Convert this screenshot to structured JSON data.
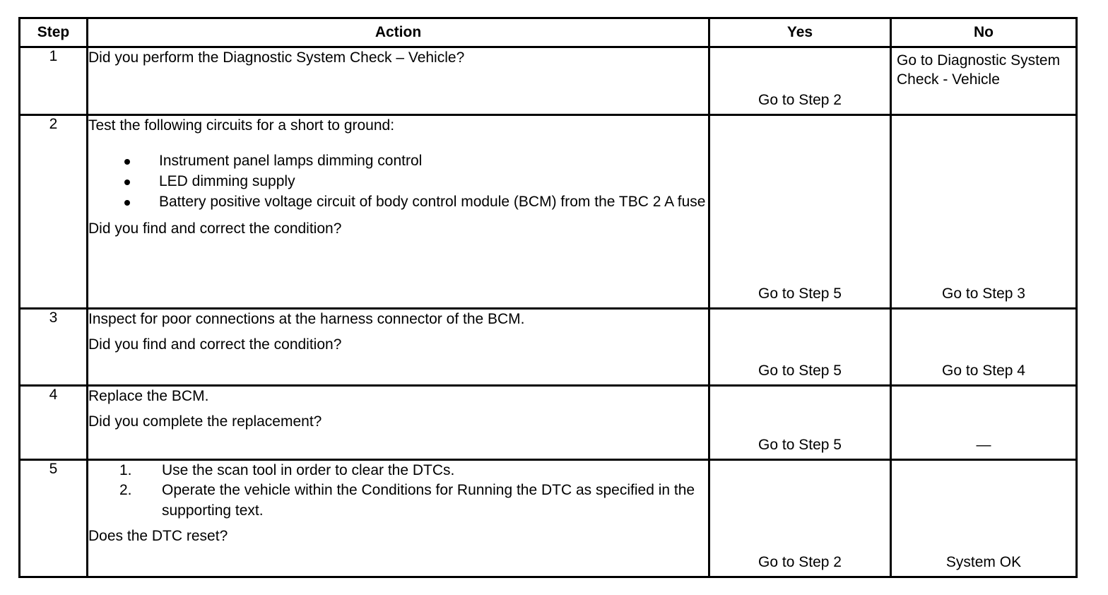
{
  "table": {
    "headers": {
      "step": "Step",
      "action": "Action",
      "yes": "Yes",
      "no": "No"
    },
    "rows": [
      {
        "step": "1",
        "action_lead": "Did you perform the Diagnostic System Check – Vehicle?",
        "action_tail": "",
        "yes": "Go to Step 2",
        "no": "Go to Diagnostic System Check - Vehicle"
      },
      {
        "step": "2",
        "action_lead": "Test the following circuits for a short to ground:",
        "bullets": [
          "Instrument panel lamps dimming control",
          "LED dimming supply",
          "Battery positive voltage circuit of body control module (BCM) from the TBC 2 A fuse"
        ],
        "action_tail": "Did you find and correct the condition?",
        "yes": "Go to Step 5",
        "no": "Go to Step 3"
      },
      {
        "step": "3",
        "action_lead": "Inspect for poor connections at the harness connector of the BCM.",
        "action_tail": "Did you find and correct the condition?",
        "yes": "Go to Step 5",
        "no": "Go to Step 4"
      },
      {
        "step": "4",
        "action_lead": "Replace the BCM.",
        "action_tail": "Did you complete the replacement?",
        "yes": "Go to Step 5",
        "no": "—"
      },
      {
        "step": "5",
        "action_lead": "",
        "numbers": [
          {
            "num": "1.",
            "text": "Use the scan tool in order to clear the DTCs."
          },
          {
            "num": "2.",
            "text": "Operate the vehicle within the Conditions for Running the DTC as specified in the supporting text."
          }
        ],
        "action_tail": "Does the DTC reset?",
        "yes": "Go to Step 2",
        "no": "System OK"
      }
    ]
  },
  "colors": {
    "border": "#000000",
    "text": "#000000",
    "background": "#ffffff"
  }
}
